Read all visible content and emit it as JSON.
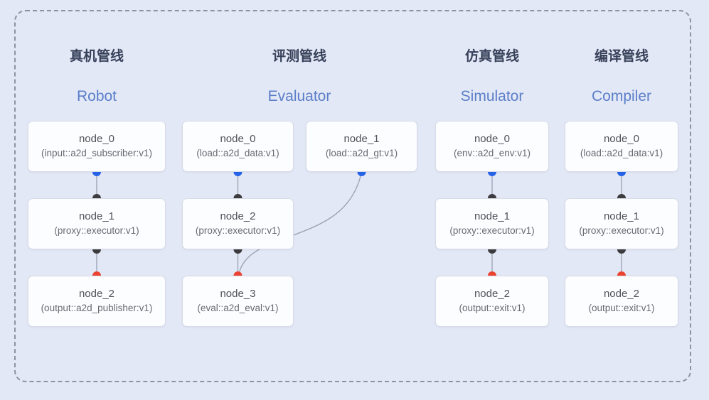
{
  "pipelines": [
    {
      "id": "robot",
      "title_zh": "真机管线",
      "title_en": "Robot",
      "nodes": [
        {
          "name": "node_0",
          "type": "(input::a2d_subscriber:v1)"
        },
        {
          "name": "node_1",
          "type": "(proxy::executor:v1)"
        },
        {
          "name": "node_2",
          "type": "(output::a2d_publisher:v1)"
        }
      ]
    },
    {
      "id": "evaluator",
      "title_zh": "评测管线",
      "title_en": "Evaluator",
      "nodes": [
        {
          "name": "node_0",
          "type": "(load::a2d_data:v1)"
        },
        {
          "name": "node_1",
          "type": "(load::a2d_gt:v1)"
        },
        {
          "name": "node_2",
          "type": "(proxy::executor:v1)"
        },
        {
          "name": "node_3",
          "type": "(eval::a2d_eval:v1)"
        }
      ]
    },
    {
      "id": "simulator",
      "title_zh": "仿真管线",
      "title_en": "Simulator",
      "nodes": [
        {
          "name": "node_0",
          "type": "(env::a2d_env:v1)"
        },
        {
          "name": "node_1",
          "type": "(proxy::executor:v1)"
        },
        {
          "name": "node_2",
          "type": "(output::exit:v1)"
        }
      ]
    },
    {
      "id": "compiler",
      "title_zh": "编译管线",
      "title_en": "Compiler",
      "nodes": [
        {
          "name": "node_0",
          "type": "(load::a2d_data:v1)"
        },
        {
          "name": "node_1",
          "type": "(proxy::executor:v1)"
        },
        {
          "name": "node_2",
          "type": "(output::exit:v1)"
        }
      ]
    }
  ],
  "colors": {
    "background": "#e3e8f6",
    "box_fill": "#fcfdff",
    "box_border": "#d8dce8",
    "dashed_border": "#8d93a2",
    "title_zh": "#37415a",
    "title_en": "#5b7ec9",
    "node_name": "#4f5158",
    "node_type": "#67696f",
    "edge": "#98a0b3",
    "dot_blue": "#2563e8",
    "dot_black": "#3c3c3e",
    "dot_red": "#ea4430"
  }
}
